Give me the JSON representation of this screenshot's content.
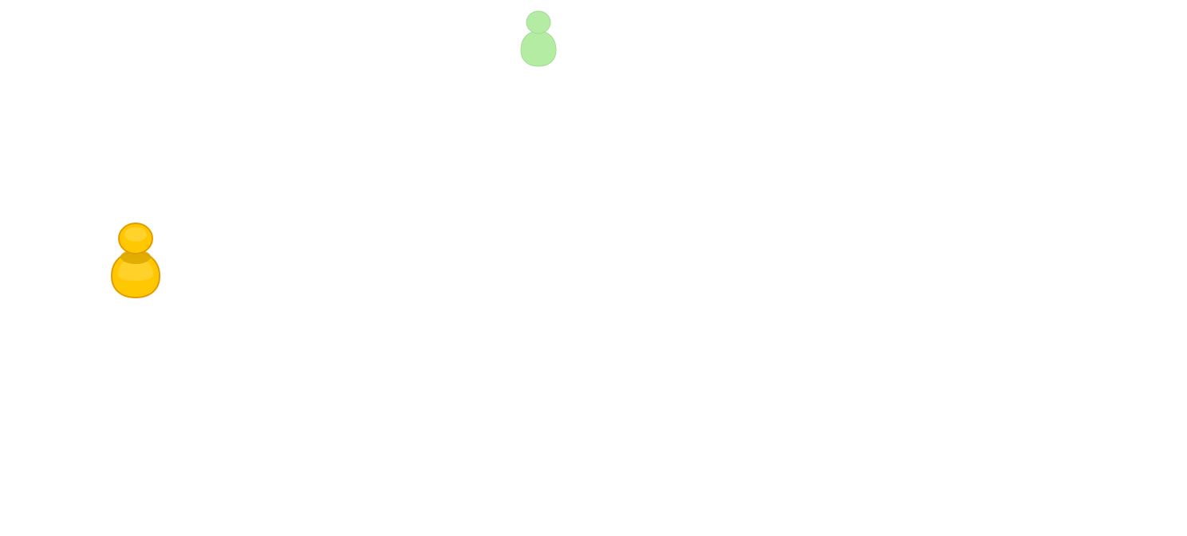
{
  "pieces": [
    {
      "id": "green",
      "icon": "person-pawn-icon",
      "state": "faded",
      "fill": "#b4eca4",
      "stroke": "#a2dc92"
    },
    {
      "id": "yellow",
      "icon": "person-pawn-icon",
      "state": "active",
      "fill": "#ffc800",
      "highlight": "#ffd84a",
      "shade": "#dba800",
      "stroke": "#e59a00"
    }
  ],
  "colors": {
    "background": "#ffffff"
  }
}
